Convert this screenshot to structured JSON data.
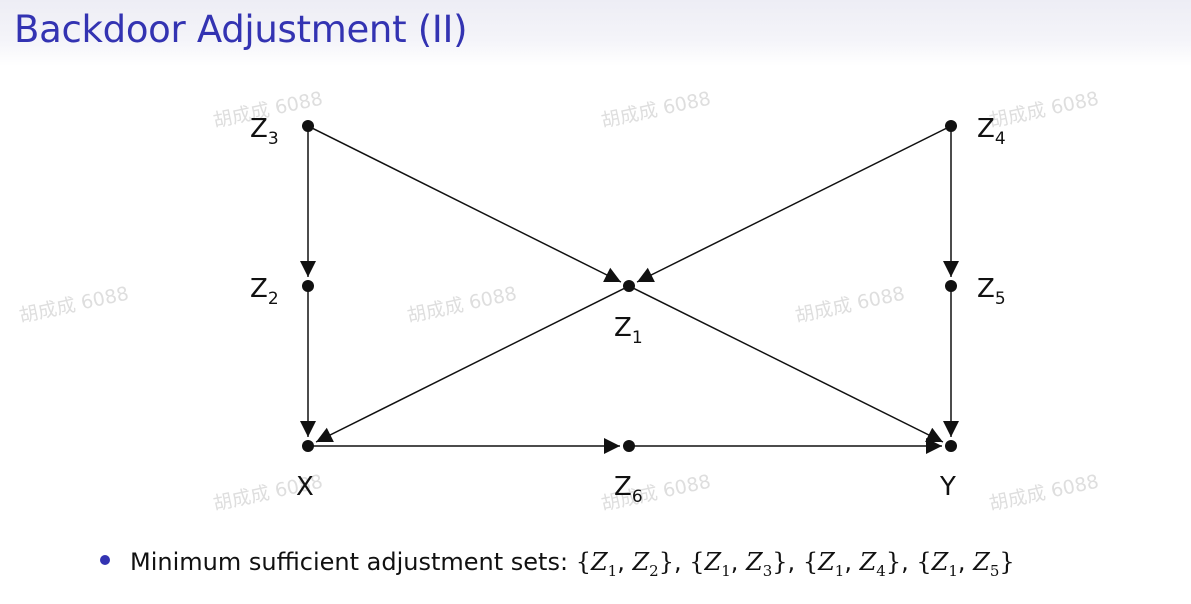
{
  "title": "Backdoor Adjustment (II)",
  "watermark_text": "胡成成 6088",
  "graph": {
    "nodes": [
      {
        "id": "Z3",
        "label": "Z",
        "sub": "3"
      },
      {
        "id": "Z4",
        "label": "Z",
        "sub": "4"
      },
      {
        "id": "Z2",
        "label": "Z",
        "sub": "2"
      },
      {
        "id": "Z1",
        "label": "Z",
        "sub": "1"
      },
      {
        "id": "Z5",
        "label": "Z",
        "sub": "5"
      },
      {
        "id": "X",
        "label": "X",
        "sub": ""
      },
      {
        "id": "Z6",
        "label": "Z",
        "sub": "6"
      },
      {
        "id": "Y",
        "label": "Y",
        "sub": ""
      }
    ],
    "edges": [
      [
        "Z3",
        "Z2"
      ],
      [
        "Z3",
        "Z1"
      ],
      [
        "Z4",
        "Z1"
      ],
      [
        "Z4",
        "Z5"
      ],
      [
        "Z2",
        "X"
      ],
      [
        "Z1",
        "X"
      ],
      [
        "Z1",
        "Y"
      ],
      [
        "Z5",
        "Y"
      ],
      [
        "X",
        "Z6"
      ],
      [
        "Z6",
        "Y"
      ]
    ]
  },
  "bullet": {
    "text": "Minimum sufficient adjustment sets:",
    "sets": [
      [
        "Z1",
        "Z2"
      ],
      [
        "Z1",
        "Z3"
      ],
      [
        "Z1",
        "Z4"
      ],
      [
        "Z1",
        "Z5"
      ]
    ]
  },
  "colors": {
    "title": "#3333b2",
    "bullet": "#3333b2",
    "ink": "#111111"
  }
}
